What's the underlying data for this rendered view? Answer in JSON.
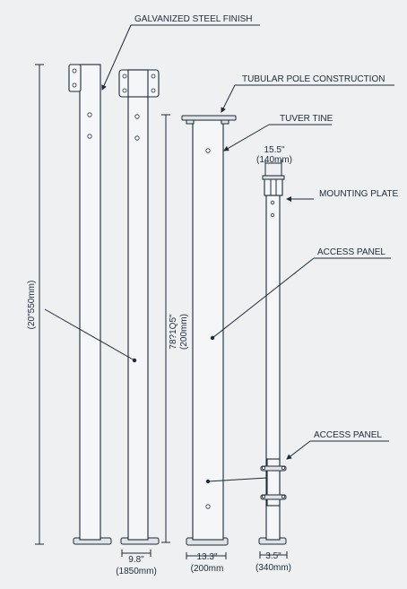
{
  "labels": {
    "galvanized": "GALVANIZED STEEL FINISH",
    "tubular": "TUBULAR POLE CONSTRUCTION",
    "tuver": "TUVER TINE",
    "mounting": "MOUNTING PLATE",
    "access1": "ACCESS PANEL",
    "access2": "ACCESS PANEL"
  },
  "dimensions": {
    "overall_height": "(20\"550mm)",
    "pole3_height_a": "78?1Q5\"",
    "pole3_height_b": "(200mm)",
    "top_width_in": "15.5\"",
    "top_width_mm": "(140mm)",
    "pole2_width_in": "9.8\"",
    "pole2_width_mm": "(1850mm)",
    "pole3_width_in": "13.3\"",
    "pole3_width_mm": "(200mm",
    "pole4_width_in": "3.5\"",
    "pole4_width_mm": "(340mm)"
  }
}
